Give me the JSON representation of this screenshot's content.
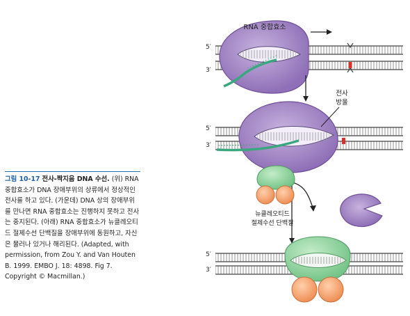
{
  "caption": {
    "figure_number": "그림 10-17",
    "title": "전사-짝지음 DNA 수선.",
    "body": "(위) RNA 중합효소가 DNA 장애부위의 상류에서 정상적인 전사를 하고 있다. (가운데) DNA 상의 장애부위를 만나면 RNA 중합효소는 진행하지 못하고 전사는 중지된다. (아래) RNA 중합효소가 뉴클레오티드 절제수선 단백질을 장애부위에 동원하고, 자신은 물러나 있거나 해리된다. (Adapted, with permission, from Zou Y. and Van Houten B. 1999. EMBO J. 18: 4898. Fig 7. Copyright © Macmillan.)"
  },
  "diagram": {
    "polymerase_label": "RNA 중합효소",
    "stall_label_line1": "전사",
    "stall_label_line2": "방울",
    "ner_label_line1": "뉴클레오티드",
    "ner_label_line2": "절제수선 단백질",
    "strand_5": "5′",
    "strand_3": "3′"
  },
  "colors": {
    "polymerase": "#a88cc6",
    "polymerase_dark": "#6f4f98",
    "rna": "#3aa77f",
    "damage": "#d8302a",
    "ner_green": "#8fd19c",
    "ner_orange": "#f2a06a",
    "accent": "#2a6fb5"
  }
}
